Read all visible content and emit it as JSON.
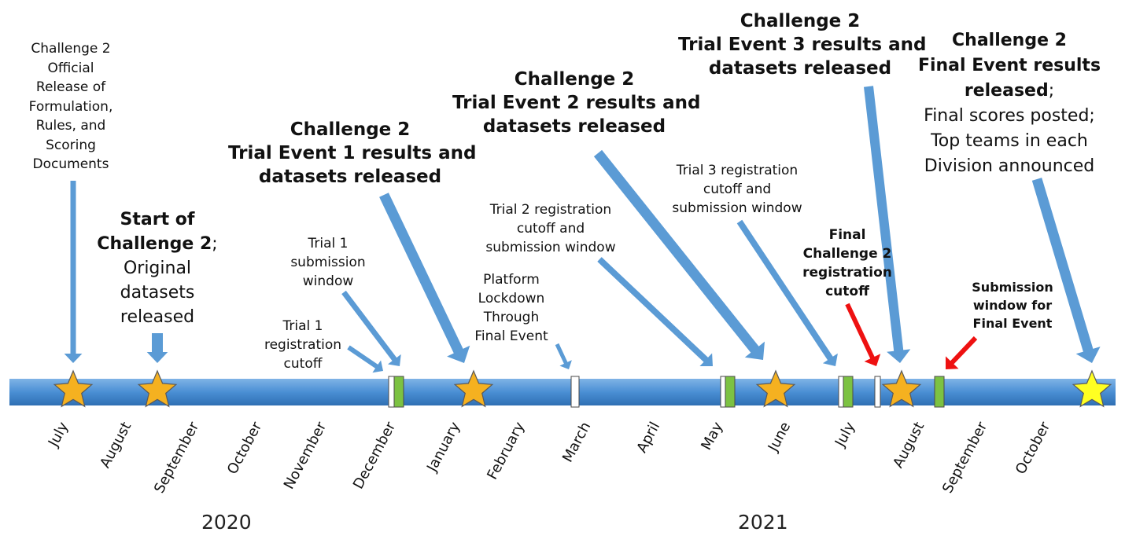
{
  "colors": {
    "bar": "#4a8fd4",
    "bar_dark": "#2f6fb3",
    "arrow": "#5b9bd5",
    "red_arrow": "#ee1111",
    "star_orange": "#f5b120",
    "star_yellow": "#ffff22",
    "marker_green": "#7cc242",
    "marker_white": "#ffffff"
  },
  "months": [
    "July",
    "August",
    "September",
    "October",
    "November",
    "December",
    "January",
    "February",
    "March",
    "April",
    "May",
    "June",
    "July",
    "August",
    "September",
    "October"
  ],
  "years": [
    "2020",
    "2021"
  ],
  "labels": {
    "official_release": [
      "Challenge 2",
      "Official",
      "Release of",
      "Formulation,",
      "Rules, and",
      "Scoring",
      "Documents"
    ],
    "start": {
      "bold1": "Start of",
      "bold2": "Challenge 2",
      "semi": ";",
      "rest": [
        "Original",
        "datasets",
        "released"
      ]
    },
    "trial1_cutoff": [
      "Trial 1",
      "registration",
      "cutoff"
    ],
    "trial1_window": [
      "Trial 1",
      "submission",
      "window"
    ],
    "trial1_results": [
      "Challenge 2",
      "Trial Event 1 results and",
      "datasets released"
    ],
    "platform_lockdown": [
      "Platform",
      "Lockdown",
      "Through",
      "Final Event"
    ],
    "trial2_reg": [
      "Trial 2 registration",
      "cutoff and",
      "submission window"
    ],
    "trial2_results": [
      "Challenge 2",
      "Trial Event 2 results and",
      "datasets released"
    ],
    "trial3_reg": [
      "Trial 3 registration",
      "cutoff and",
      "submission window"
    ],
    "trial3_results": [
      "Challenge 2",
      "Trial Event 3 results and",
      "datasets released"
    ],
    "final_reg": [
      "Final",
      "Challenge 2",
      "registration",
      "cutoff"
    ],
    "final_window": [
      "Submission",
      "window for",
      "Final Event"
    ],
    "final_results": {
      "bold": [
        "Challenge 2",
        "Final Event results",
        "released"
      ],
      "semi": ";",
      "rest": [
        "Final scores posted;",
        "Top teams in each",
        "Division announced"
      ]
    }
  }
}
